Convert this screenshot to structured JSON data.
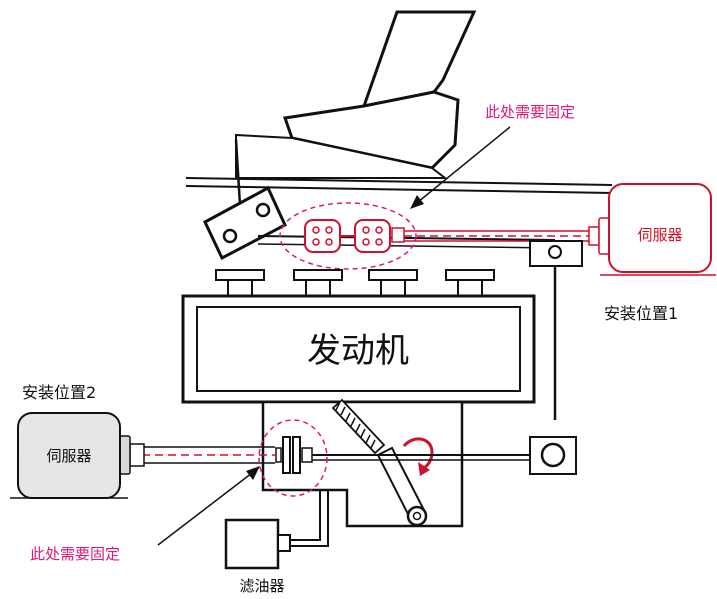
{
  "engine_label": "发动机",
  "servo_label": "伺服器",
  "install_position_1": "安装位置1",
  "install_position_2": "安装位置2",
  "fix_note": "此处需要固定",
  "filter_label": "滤油器",
  "colors": {
    "highlight_red": "#e0167a",
    "servo_red": "#d0102a",
    "outline": "#111111",
    "gray_fill": "#d9d9d9"
  }
}
